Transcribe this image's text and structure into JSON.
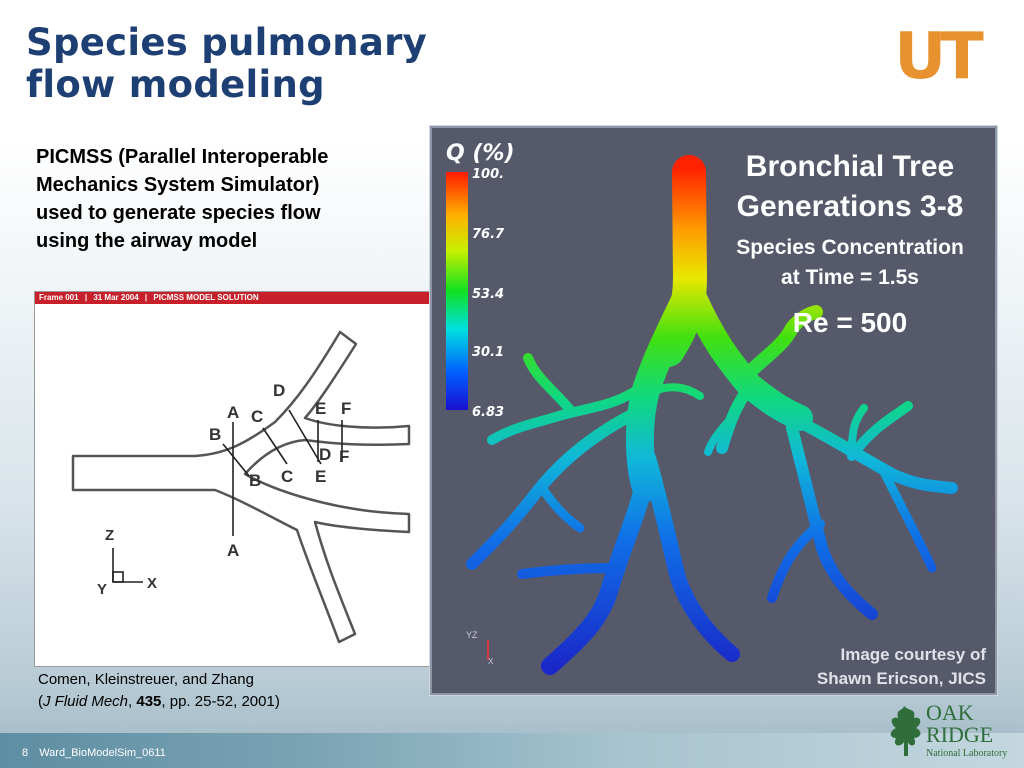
{
  "slide": {
    "title_lines": [
      "Species pulmonary",
      "flow modeling"
    ],
    "lead_lines": [
      "PICMSS (Parallel Interoperable",
      "Mechanics System Simulator)",
      "used to generate species flow",
      "using the airway model"
    ],
    "logo_ut_text": "UT"
  },
  "figure_left": {
    "header_parts": [
      "Frame 001",
      "|",
      "31 Mar 2004",
      "|",
      "PICMSS MODEL SOLUTION"
    ],
    "labels": {
      "A": "A",
      "B": "B",
      "C": "C",
      "D": "D",
      "E": "E",
      "F": "F",
      "z": "Z",
      "y": "Y",
      "x": "X"
    }
  },
  "citation": {
    "line1": "Comen, Kleinstreuer, and Zhang",
    "open_paren": "(",
    "journal": "J Fluid Mech",
    "sep1": ", ",
    "volume": "435",
    "pages": ", pp. 25-52, 2001)"
  },
  "figure_right": {
    "legend_title": "Q (%)",
    "legend_ticks": [
      "100.",
      "76.7",
      "53.4",
      "30.1",
      "6.83"
    ],
    "title_line1": "Bronchial Tree",
    "title_line2": "Generations 3-8",
    "subtitle_line1": "Species Concentration",
    "subtitle_line2": "at Time = 1.5s",
    "reynolds": "Re = 500",
    "credit_line1": "Image courtesy of",
    "credit_line2": "Shawn Ericson, JICS",
    "axis_yz": "YZ",
    "axis_x": "X"
  },
  "footer": {
    "page_number": "8",
    "deck_name": "Ward_BioModelSim_0611"
  },
  "logo_ornl": {
    "line1": "OAK",
    "line2": "RIDGE",
    "line3": "National Laboratory"
  },
  "colors": {
    "title": "#1e3f73",
    "ut_orange": "#e8922f",
    "ornl_green": "#2f6e3a",
    "panel_bg": "#55596a"
  }
}
